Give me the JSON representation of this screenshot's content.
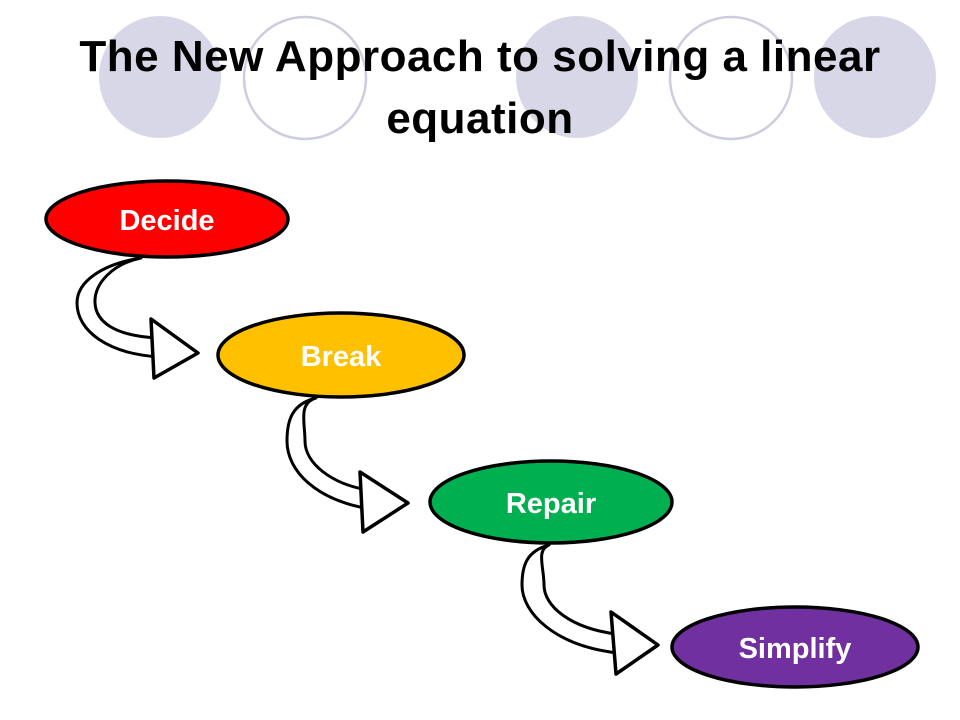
{
  "slide": {
    "title": "The New Approach to solving a linear equation",
    "title_color": "#000000",
    "background_color": "#FFFFFF"
  },
  "steps": [
    {
      "label": "Decide",
      "color": "#FF0000"
    },
    {
      "label": "Break",
      "color": "#FFC000"
    },
    {
      "label": "Repair",
      "color": "#00B050"
    },
    {
      "label": "Simplify",
      "color": "#7030A0"
    }
  ],
  "styles": {
    "step_label_color": "#FFFFFF",
    "step_outline_color": "#000000",
    "connector_fill": "#FFFFFF",
    "connector_outline": "#000000",
    "filled_circle_color": "#D7D7E8",
    "outlined_circle_color": "#CDCDE0"
  }
}
